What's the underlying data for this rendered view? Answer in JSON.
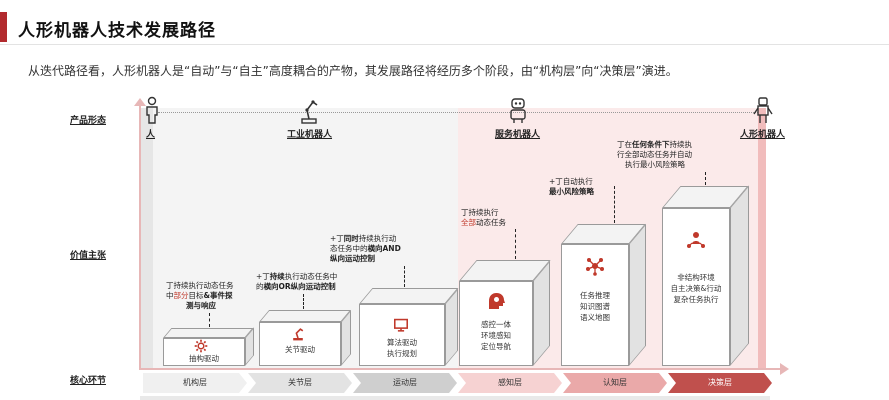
{
  "title": "人形机器人技术发展路径",
  "subtitle": "从迭代路径看，人形机器人是“自动”与“自主”高度耦合的产物，其发展路径将经历多个阶段，由“机构层”向“决策层”演进。",
  "row_labels": {
    "product": "产品形态",
    "value": "价值主张",
    "core": "核心环节"
  },
  "products": [
    "人",
    "工业机器人",
    "服务机器人",
    "人形机器人"
  ],
  "stages": [
    {
      "box_lines": [
        "抽构驱动"
      ],
      "icon": "gear-icon",
      "chevron": "机构层"
    },
    {
      "box_lines": [
        "关节驱动"
      ],
      "icon": "robot-arm-icon",
      "chevron": "关节层"
    },
    {
      "box_lines": [
        "算法驱动",
        "执行规划"
      ],
      "icon": "monitor-icon",
      "chevron": "运动层"
    },
    {
      "box_lines": [
        "感控一体",
        "环境感知",
        "定位导航"
      ],
      "icon": "brain-head-icon",
      "chevron": "感知层"
    },
    {
      "box_lines": [
        "任务推理",
        "知识图谱",
        "语义地图"
      ],
      "icon": "network-icon",
      "chevron": "认知层"
    },
    {
      "box_lines": [
        "非结构环境",
        "自主决策&行动",
        "复杂任务执行"
      ],
      "icon": "people-network-icon",
      "chevron": "决策层"
    }
  ],
  "annotations": {
    "a1": {
      "l1a": "丁持续执行动态任务",
      "l2a": "中",
      "l2red": "部分",
      "l2b": "目标",
      "l2bold": "&事件探",
      "l3bold": "测与响应"
    },
    "a2": {
      "l1a": "+丁",
      "l1bold": "持续",
      "l1b": "执行动态任务中",
      "l2a": "的",
      "l2bold": "横向OR纵向运动控制"
    },
    "a3": {
      "l1a": "+丁",
      "l1bold": "同时",
      "l1b": "持续执行动",
      "l2a": "态任务中的",
      "l2bold": "横向AND",
      "l3bold": "纵向运动控制"
    },
    "a4": {
      "l1": "丁持续执行",
      "l2red": "全部",
      "l2": "动态任务"
    },
    "a5": {
      "l1": "+丁自动执行",
      "l2bold": "最小风险策略"
    },
    "a6": {
      "l1a": "丁在",
      "l1bold": "任何条件下",
      "l1b": "持续执",
      "l2": "行全部动态任务并自动",
      "l3": "执行最小风险策略"
    }
  }
}
